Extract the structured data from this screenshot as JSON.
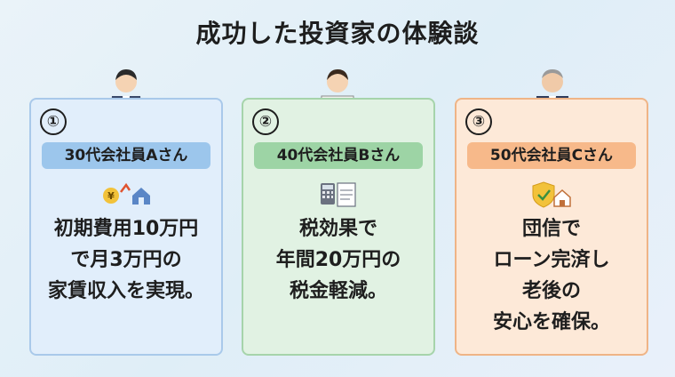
{
  "title": "成功した投資家の体験談",
  "cards": [
    {
      "number": "①",
      "label": "30代会社員Aさん",
      "lines": [
        "初期費用10万円",
        "で月3万円の",
        "家賃収入を実現。"
      ],
      "person_icon": "businessman-with-briefcase-icon",
      "small_icon": "yen-growth-house-icon"
    },
    {
      "number": "②",
      "label": "40代会社員Bさん",
      "lines": [
        "税効果で",
        "年間20万円の",
        "税金軽減。"
      ],
      "person_icon": "man-with-tablet-icon",
      "small_icon": "tax-calculator-document-icon"
    },
    {
      "number": "③",
      "label": "50代会社員Cさん",
      "lines": [
        "団信で",
        "ローン完済し",
        "老後の",
        "安心を確保。"
      ],
      "person_icon": "senior-businessman-arms-crossed-icon",
      "small_icon": "shield-house-icon"
    }
  ],
  "colors": {
    "card1_bg": "#e1eefb",
    "card1_label": "#9cc6ec",
    "card2_bg": "#e1f2e3",
    "card2_label": "#9dd4a5",
    "card3_bg": "#fde9d8",
    "card3_label": "#f7b98a"
  }
}
